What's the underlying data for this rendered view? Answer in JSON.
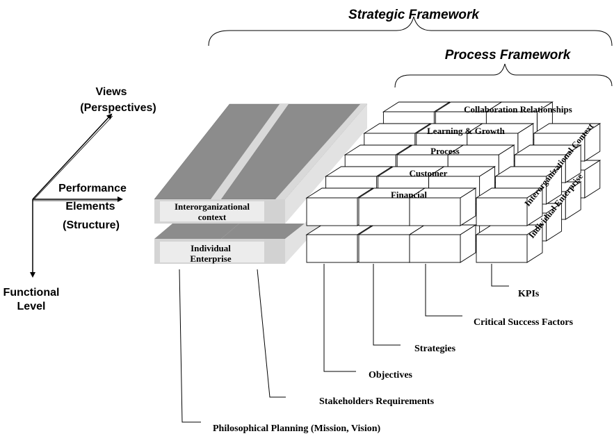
{
  "headers": {
    "strategic_framework": "Strategic Framework",
    "process_framework": "Process Framework"
  },
  "axes": {
    "views": "Views",
    "views_sub": "(Perspectives)",
    "performance": "Performance",
    "elements": "Elements",
    "structure": "(Structure)",
    "functional": "Functional",
    "level": "Level"
  },
  "slabs": {
    "inter_line1": "Interorganizational",
    "inter_line2": "context",
    "indiv_line1": "Individual",
    "indiv_line2": "Enterprise"
  },
  "cube_layers": {
    "collaboration": "Collaboration Relationships",
    "learning": "Learning & Growth",
    "process": "Process",
    "customer": "Customer",
    "financial": "Financial",
    "interorg_context": "Interorganizational Context",
    "individual_enterprise": "Individual Enterprise"
  },
  "callouts": {
    "kpis": "KPIs",
    "csf": "Critical Success Factors",
    "strategies": "Strategies",
    "objectives": "Objectives",
    "stakeholders": "Stakeholders Requirements",
    "philosophical": "Philosophical Planning (Mission, Vision)"
  },
  "colors": {
    "slab_top": "#8c8c8c",
    "slab_face": "#ececec",
    "slab_side": "#d2d2d2",
    "line": "#000000"
  }
}
